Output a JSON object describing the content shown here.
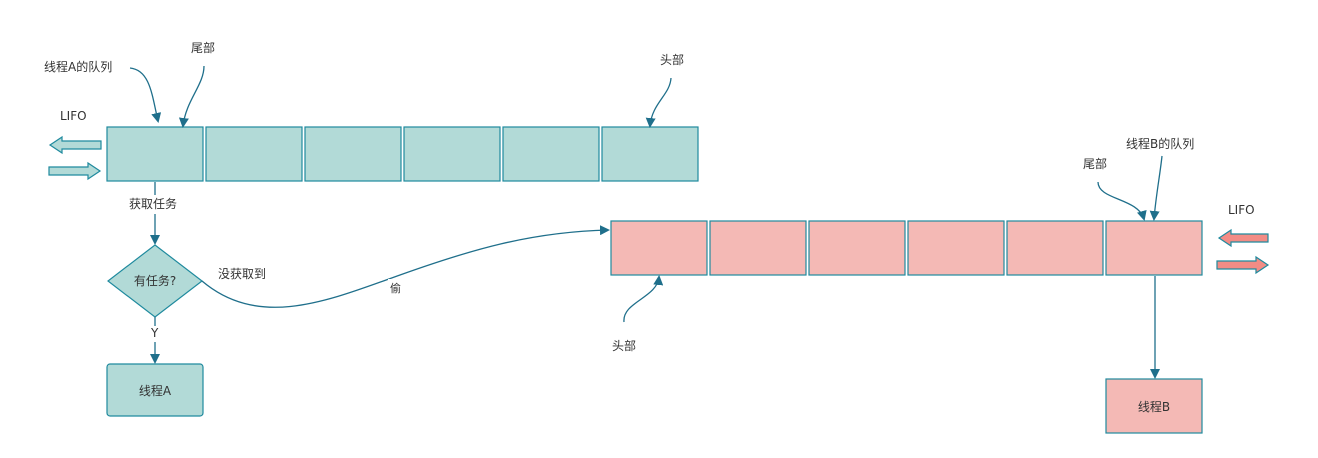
{
  "queue_a": {
    "label": "线程A的队列",
    "tail_label": "尾部",
    "head_label": "头部",
    "lifo_label": "LIFO",
    "cell_count": 6
  },
  "queue_b": {
    "label": "线程B的队列",
    "tail_label": "尾部",
    "head_label": "头部",
    "lifo_label": "LIFO",
    "cell_count": 6
  },
  "flow": {
    "get_task_label": "获取任务",
    "decision_label": "有任务?",
    "yes_label": "Y",
    "not_got_label": "没获取到",
    "steal_label": "偷",
    "thread_a_label": "线程A",
    "thread_b_label": "线程B"
  },
  "colors": {
    "queue_a_fill": "#b2dad7",
    "queue_b_fill": "#f4b9b5",
    "stroke": "#1f8a9e",
    "connector": "#1f6f8b"
  }
}
